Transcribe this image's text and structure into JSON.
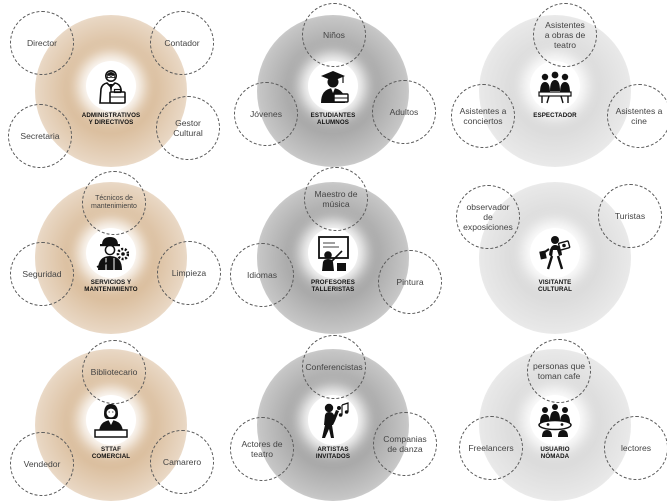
{
  "clusters": [
    {
      "role": "ADMINISTRATIVOS\nY DIRECTIVOS",
      "icon": "businessman-briefcase-icon",
      "tone": "tan",
      "sat": [
        "Director",
        "Contador",
        "Secretaria",
        "Gestor\nCultural"
      ]
    },
    {
      "role": "ESTUDIANTES\nALUMNOS",
      "icon": "graduate-student-icon",
      "tone": "gray",
      "sat": [
        "Niños",
        "Jóvenes",
        "Adultos"
      ]
    },
    {
      "role": "ESPECTADOR",
      "icon": "audience-icon",
      "tone": "light",
      "sat": [
        "Asistentes\na obras de\nteatro",
        "Asistentes a\nconciertos",
        "Asistentes a\ncine"
      ]
    },
    {
      "role": "SERVICIOS Y\nMANTENIMIENTO",
      "icon": "maintenance-worker-icon",
      "tone": "tan",
      "sat": [
        "Técnicos de\nmantenimiento",
        "Seguridad",
        "Limpieza"
      ]
    },
    {
      "role": "PROFESORES\nTALLERISTAS",
      "icon": "teacher-board-icon",
      "tone": "gray",
      "sat": [
        "Maestro de\nmúsica",
        "Idiomas",
        "Pintura"
      ]
    },
    {
      "role": "VISITANTE\nCULTURAL",
      "icon": "visitor-camera-icon",
      "tone": "light",
      "sat": [
        "observador\nde\nexposiciones",
        "Turistas"
      ]
    },
    {
      "role": "STTAF\nCOMERCIAL",
      "icon": "receptionist-icon",
      "tone": "tan",
      "sat": [
        "Bibliotecario",
        "Vendedor",
        "Camarero"
      ]
    },
    {
      "role": "ARTISTAS\nINVITADOS",
      "icon": "singer-microphone-icon",
      "tone": "gray",
      "sat": [
        "Conferencistas",
        "Actores de\nteatro",
        "Companias\nde danza"
      ]
    },
    {
      "role": "USUARIO\nNÓMADA",
      "icon": "people-at-table-icon",
      "tone": "light",
      "sat": [
        "personas que\ntoman cafe",
        "Freelancers",
        "lectores"
      ]
    }
  ]
}
